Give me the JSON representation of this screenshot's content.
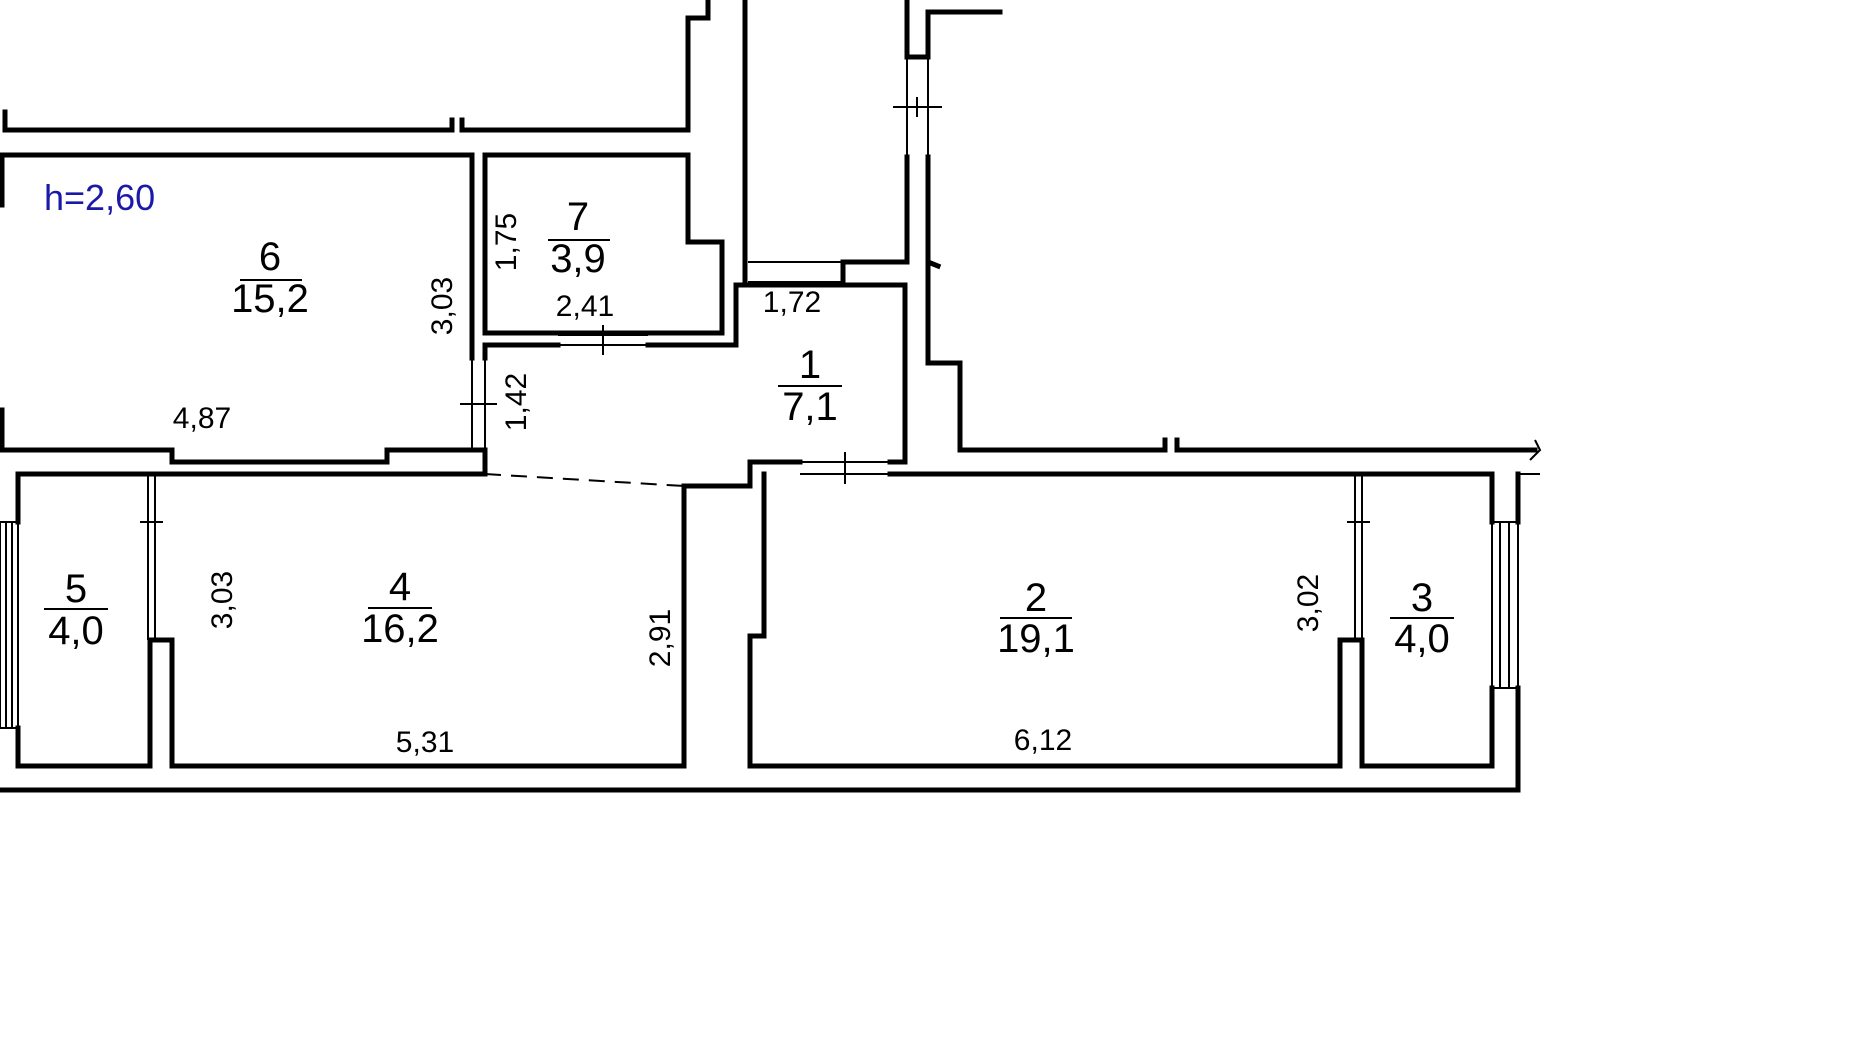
{
  "ceiling_height": "h=2,60",
  "rooms": [
    {
      "id": "1",
      "number": "1",
      "area": "7,1"
    },
    {
      "id": "2",
      "number": "2",
      "area": "19,1"
    },
    {
      "id": "3",
      "number": "3",
      "area": "4,0"
    },
    {
      "id": "4",
      "number": "4",
      "area": "16,2"
    },
    {
      "id": "5",
      "number": "5",
      "area": "4,0"
    },
    {
      "id": "6",
      "number": "6",
      "area": "15,2"
    },
    {
      "id": "7",
      "number": "7",
      "area": "3,9"
    }
  ],
  "dimensions": {
    "room6_width": "4,87",
    "room6_depth": "3,03",
    "room7_depth": "1,75",
    "room7_width": "2,41",
    "hall_opening": "1,42",
    "room1_width": "1,72",
    "room4_depth": "3,03",
    "room4_side": "2,91",
    "room4_width": "5,31",
    "room2_depth": "3,02",
    "room2_width": "6,12"
  },
  "colors": {
    "walls": "#000000",
    "height_label": "#1a1aa6",
    "background": "#ffffff"
  }
}
